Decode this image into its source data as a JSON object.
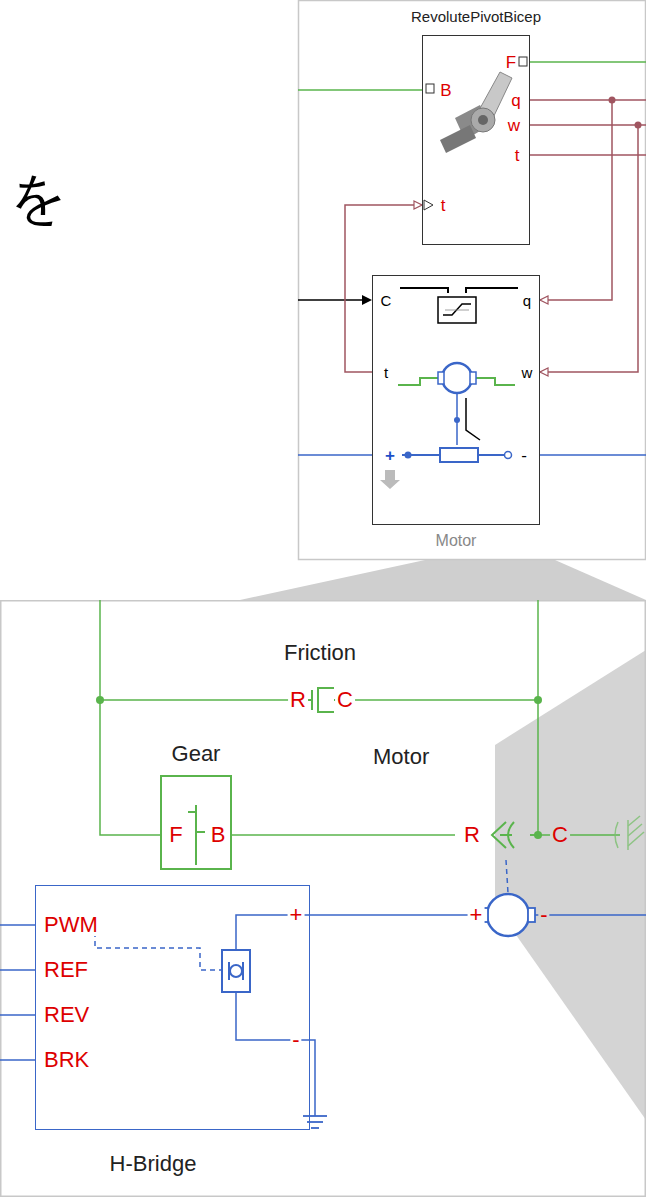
{
  "diagram": {
    "nodes": [
      {
        "text": [
          "RevolutePivotBicep"
        ]
      },
      {
        "text": [
          "Motor"
        ]
      },
      {
        "text": [
          "Friction"
        ]
      },
      {
        "text": [
          "Gear"
        ]
      },
      {
        "text": [
          "Motor"
        ]
      },
      {
        "text": [
          "H-Bridge"
        ]
      }
    ],
    "edges": [
      {
        "from": 1,
        "to": 0,
        "arrow": "to"
      },
      {
        "from": 0,
        "to": 1,
        "arrow": "to"
      },
      {
        "from": 0,
        "to": 1,
        "arrow": "to"
      },
      {
        "from": 2,
        "to": 3,
        "arrow": "none"
      },
      {
        "from": 3,
        "to": 4,
        "arrow": "none"
      },
      {
        "from": 2,
        "to": 4,
        "arrow": "none"
      }
    ],
    "labels": [
      "を",
      "B",
      "F",
      "q",
      "w",
      "t",
      "t",
      "C",
      "q",
      "t",
      "w",
      "+",
      "-",
      "R",
      "C",
      "F",
      "B",
      "R",
      "C",
      "PWM",
      "REF",
      "REV",
      "BRK",
      "+",
      "-",
      "+",
      "-"
    ]
  }
}
